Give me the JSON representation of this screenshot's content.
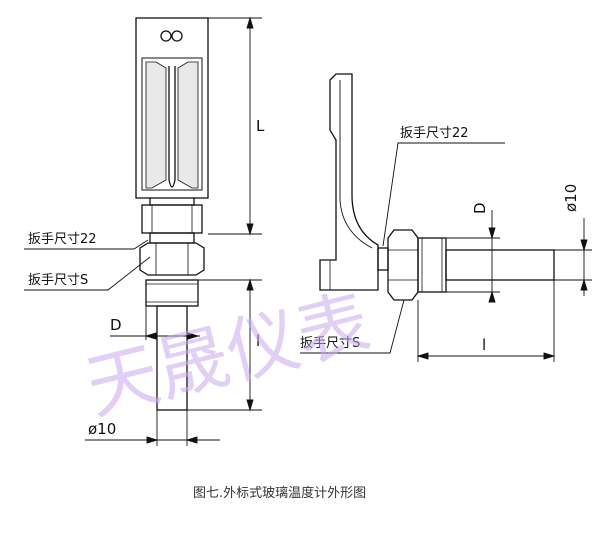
{
  "labels": {
    "wrench_22_left": "扳手尺寸22",
    "wrench_s_left": "扳手尺寸S",
    "wrench_22_right": "扳手尺寸22",
    "wrench_s_right": "扳手尺寸S"
  },
  "dimensions": {
    "L_left": "L",
    "l_left": "l",
    "D_left": "D",
    "phi10_left": "ø10",
    "D_right": "D",
    "phi10_right": "ø10",
    "l_right": "l"
  },
  "caption": "图七.外标式玻璃温度计外形图",
  "watermark": "天晟仪表",
  "colors": {
    "line": "#111111",
    "watermark": "#c9a8ee"
  }
}
